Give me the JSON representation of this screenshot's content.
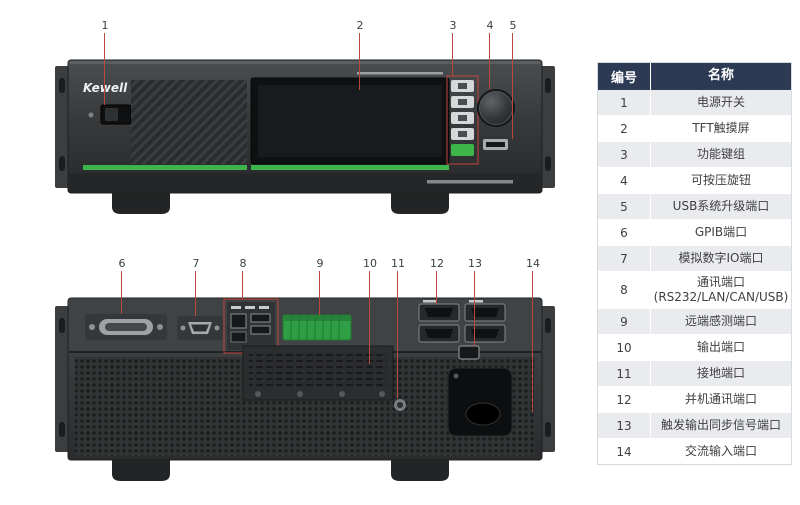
{
  "front_panel": {
    "brand": "Kewell"
  },
  "callouts": {
    "front": [
      "1",
      "2",
      "3",
      "4",
      "5"
    ],
    "rear": [
      "6",
      "7",
      "8",
      "9",
      "10",
      "11",
      "12",
      "13",
      "14"
    ]
  },
  "table": {
    "headers": [
      "编号",
      "名称"
    ],
    "rows": [
      {
        "num": "1",
        "name": "电源开关"
      },
      {
        "num": "2",
        "name": "TFT触摸屏"
      },
      {
        "num": "3",
        "name": "功能键组"
      },
      {
        "num": "4",
        "name": "可按压旋钮"
      },
      {
        "num": "5",
        "name": "USB系统升级端口"
      },
      {
        "num": "6",
        "name": "GPIB端口"
      },
      {
        "num": "7",
        "name": "模拟数字IO端口"
      },
      {
        "num": "8",
        "name": "通讯端口\n(RS232/LAN/CAN/USB)"
      },
      {
        "num": "9",
        "name": "远端感测端口"
      },
      {
        "num": "10",
        "name": "输出端口"
      },
      {
        "num": "11",
        "name": "接地端口"
      },
      {
        "num": "12",
        "name": "并机通讯端口"
      },
      {
        "num": "13",
        "name": "触发输出同步信号端口"
      },
      {
        "num": "14",
        "name": "交流输入端口"
      }
    ]
  },
  "colors": {
    "accent_green": "#3db54b",
    "callout_line": "#b9493e",
    "table_header_bg": "#2c3a53"
  }
}
